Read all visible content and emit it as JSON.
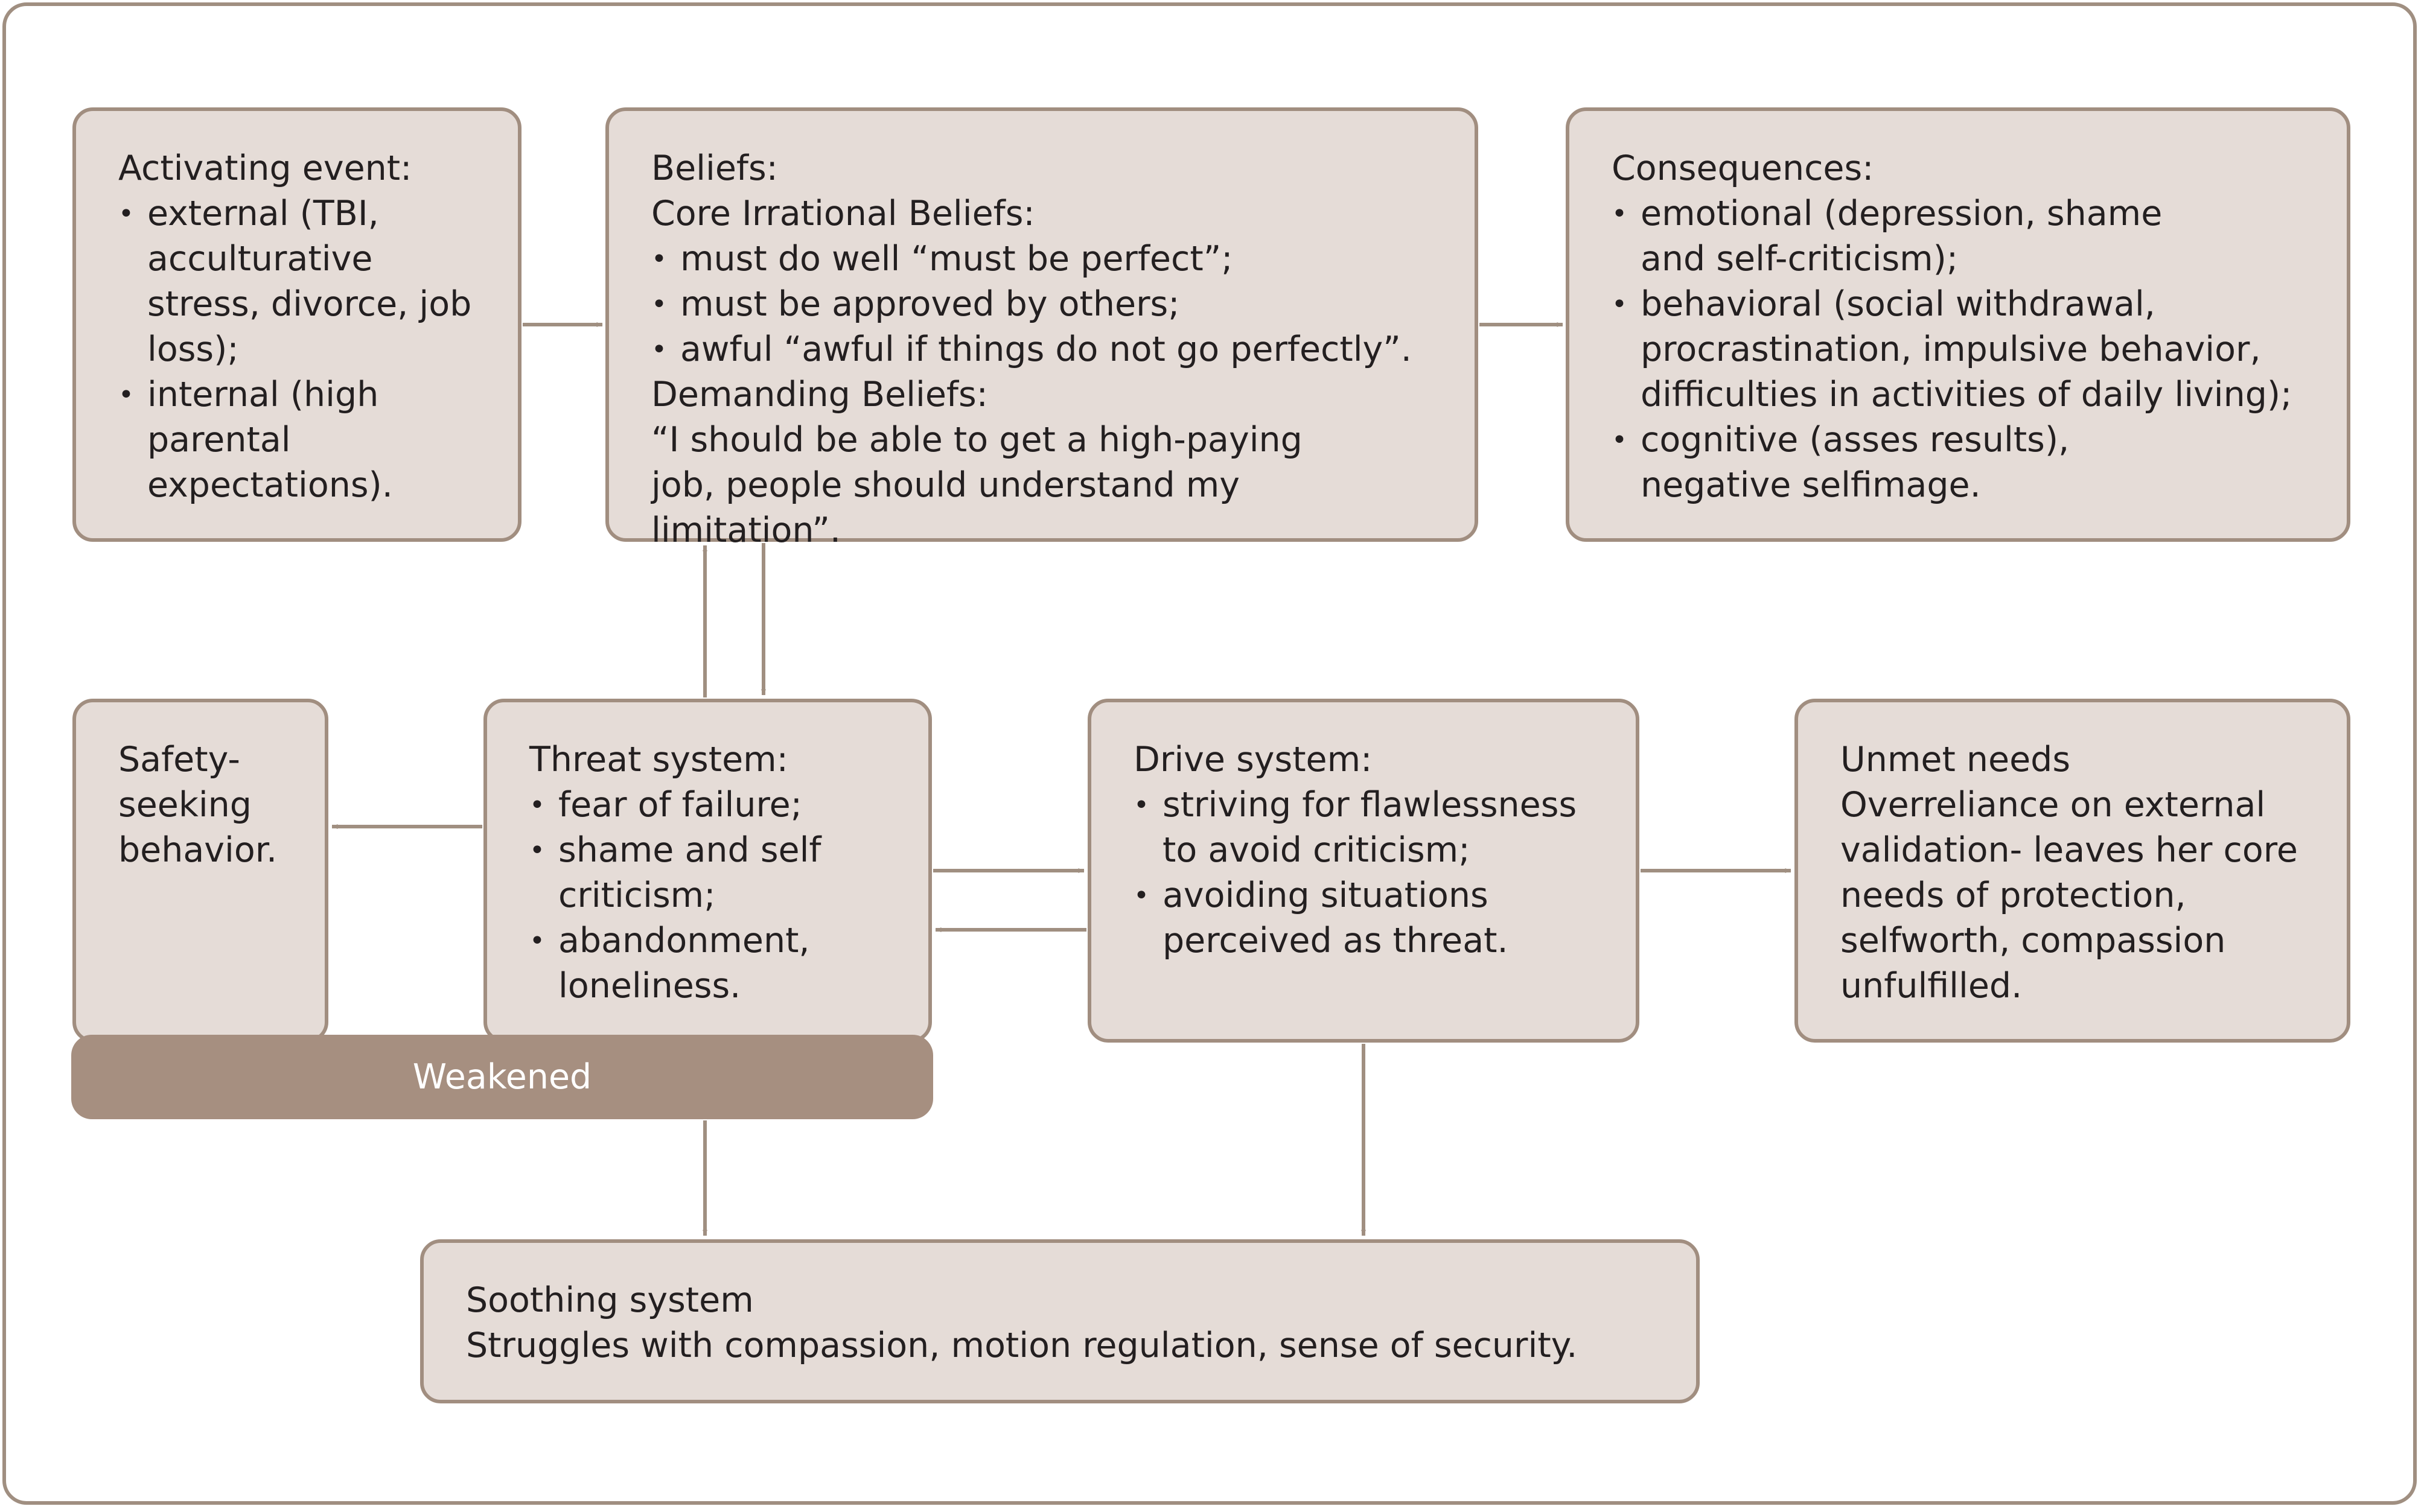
{
  "activating_event": {
    "title": "Activating event:",
    "items": [
      "external (TBI, acculturative stress, divorce, job loss);",
      "internal (high parental expectations)."
    ]
  },
  "beliefs": {
    "title": "Beliefs:",
    "core_heading": "Core Irrational Beliefs:",
    "core_items": [
      "must do well “must be perfect”;",
      "must be approved by others;",
      "awful “awful if things do not go perfectly”."
    ],
    "demanding_heading": "Demanding Beliefs:",
    "demanding_text": "“I should be able to get a high-paying job, people should understand my limitation”."
  },
  "consequences": {
    "title": "Consequences:",
    "items": [
      "emotional (depression, shame and self-criticism);",
      "behavioral (social withdrawal, procrastination, impulsive behavior, difficulties in activities of daily living);",
      "cognitive (asses results), negative selfimage."
    ]
  },
  "safety_seeking": {
    "text": "Safety-seeking behavior."
  },
  "threat_system": {
    "title": "Threat system:",
    "items": [
      "fear of failure;",
      "shame and self criticism;",
      "abandonment, loneliness."
    ]
  },
  "drive_system": {
    "title": "Drive system:",
    "items": [
      "striving for flawlessness to avoid criticism;",
      "avoiding situations perceived as threat."
    ]
  },
  "unmet_needs": {
    "title": "Unmet needs",
    "text": "Overreliance on external validation- leaves her core needs of protection, selfworth, compassion unfulfilled."
  },
  "weakened": {
    "label": "Weakened"
  },
  "soothing_system": {
    "title": "Soothing system",
    "text": "Struggles with compassion, motion regulation, sense of security."
  },
  "colors": {
    "box_fill": "#e5dcd7",
    "box_border": "#a18e80",
    "weakened_fill": "#a68f80",
    "arrow": "#a08f81"
  }
}
